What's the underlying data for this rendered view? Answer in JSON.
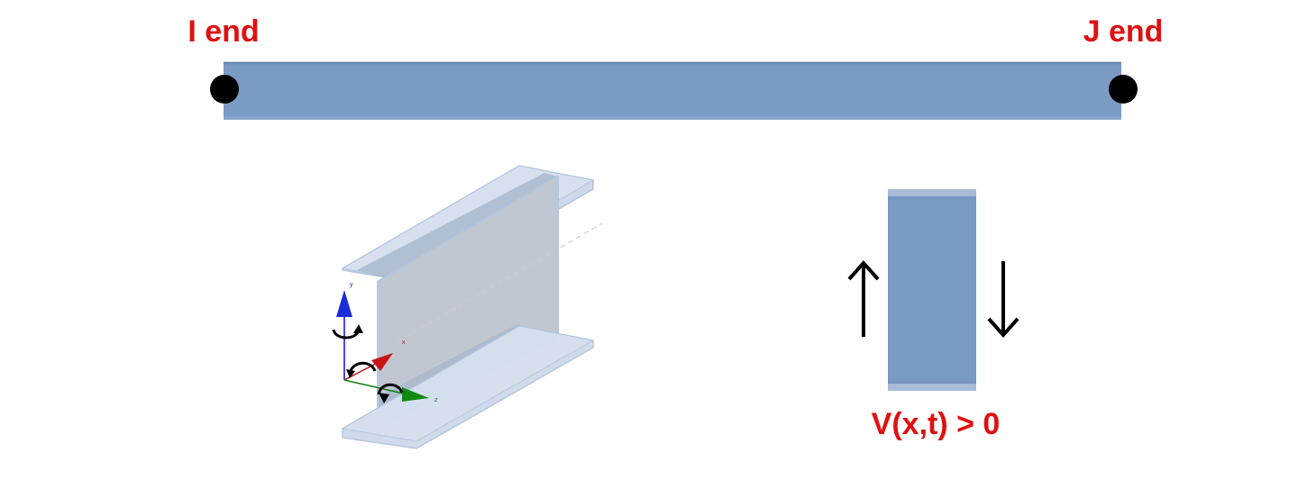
{
  "labels": {
    "i_end": "I end",
    "j_end": "J end",
    "shear_condition": "V(x,t) > 0"
  },
  "axes": {
    "y": "y",
    "x": "x",
    "z": "z"
  },
  "colors": {
    "label_red": "#e01010",
    "beam_steel": "#7a9bc3",
    "node_black": "#000000",
    "axis_y_blue": "#1010d0",
    "axis_x_red": "#c01010",
    "axis_z_green": "#108010"
  },
  "icons": {
    "node": "node-dot-icon",
    "shear_up": "arrow-up-icon",
    "shear_down": "arrow-down-icon",
    "rotation": "rotation-arrow-icon"
  }
}
